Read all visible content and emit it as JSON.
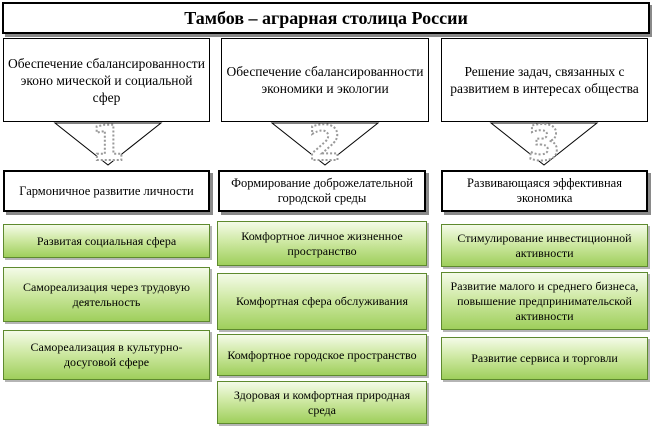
{
  "title": "Тамбов – аграрная столица России",
  "columns": [
    {
      "goal": "Обеспечение сбалансированности эконо мической и социальной сфер",
      "number": "1",
      "direction": "Гармоничное развитие личности",
      "items": [
        "Развитая социальная сфера",
        "Самореализация через трудовую деятельность",
        "Самореализация в культурно-досуговой сфере"
      ]
    },
    {
      "goal": "Обеспечение сбалансированности экономики и экологии",
      "number": "2",
      "direction": "Формирование доброжелательной городской среды",
      "items": [
        "Комфортное личное жизненное пространство",
        "Комфортная сфера обслуживания",
        "Комфортное городское пространство",
        "Здоровая и комфортная природная среда"
      ]
    },
    {
      "goal": "Решение задач, связанных с развитием в интересах общества",
      "number": "3",
      "direction": "Развивающаяся эффективная экономика",
      "items": [
        "Стимулирование инвестиционной активности",
        "Развитие малого и среднего бизнеса, повышение предпринимательской активности",
        "Развитие сервиса и торговли"
      ]
    }
  ]
}
